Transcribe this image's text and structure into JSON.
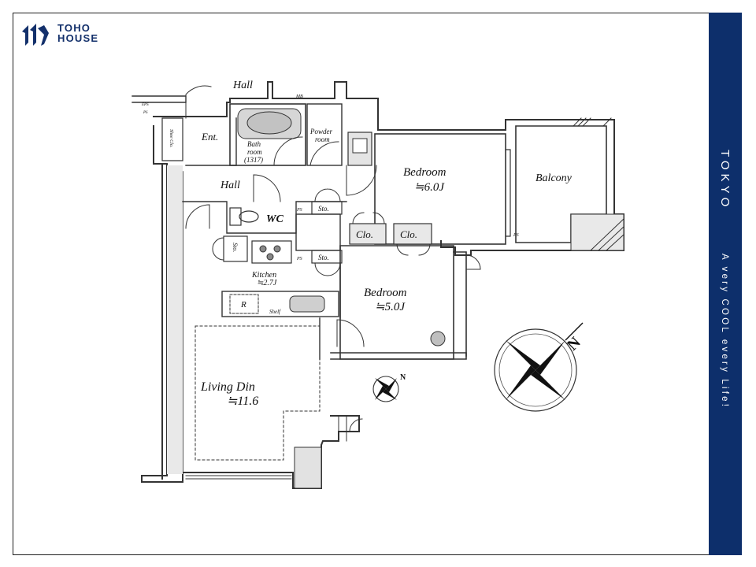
{
  "brand": {
    "line1": "TOHO",
    "line2": "HOUSE",
    "color": "#13306b"
  },
  "sidebar": {
    "city": "TOKYO",
    "tagline": "A very COOL every Life!",
    "background": "#0d2f6b"
  },
  "floorplan": {
    "rooms": {
      "hall_top": "Hall",
      "entrance": "Ent.",
      "shoe_closet": "Shoe Clo.",
      "bathroom": "Bath",
      "bathroom_2": "room",
      "bathroom_size": "(1317)",
      "powder_room": "Powder",
      "powder_room_2": "room",
      "hall_mid": "Hall",
      "wc": "WC",
      "storage_1": "Sto.",
      "storage_2": "Sto.",
      "storage_side": "Sto.",
      "closet_1": "Clo.",
      "closet_2": "Clo.",
      "bedroom_1": "Bedroom",
      "bedroom_1_size": "≒6.0J",
      "bedroom_2": "Bedroom",
      "bedroom_2_size": "≒5.0J",
      "balcony": "Balcony",
      "kitchen": "Kitchen",
      "kitchen_size": "≒2.7J",
      "refrigerator": "R",
      "shelf": "Shelf",
      "living": "Living Din",
      "living_size": "≒11.6",
      "mb": "MB",
      "ps_1": "PS",
      "ps_2": "PS",
      "ps_3": "PS",
      "eps": "EPS",
      "ps_top": "PS"
    },
    "compass": {
      "north": "N"
    },
    "compass_small": {
      "north": "N"
    }
  }
}
